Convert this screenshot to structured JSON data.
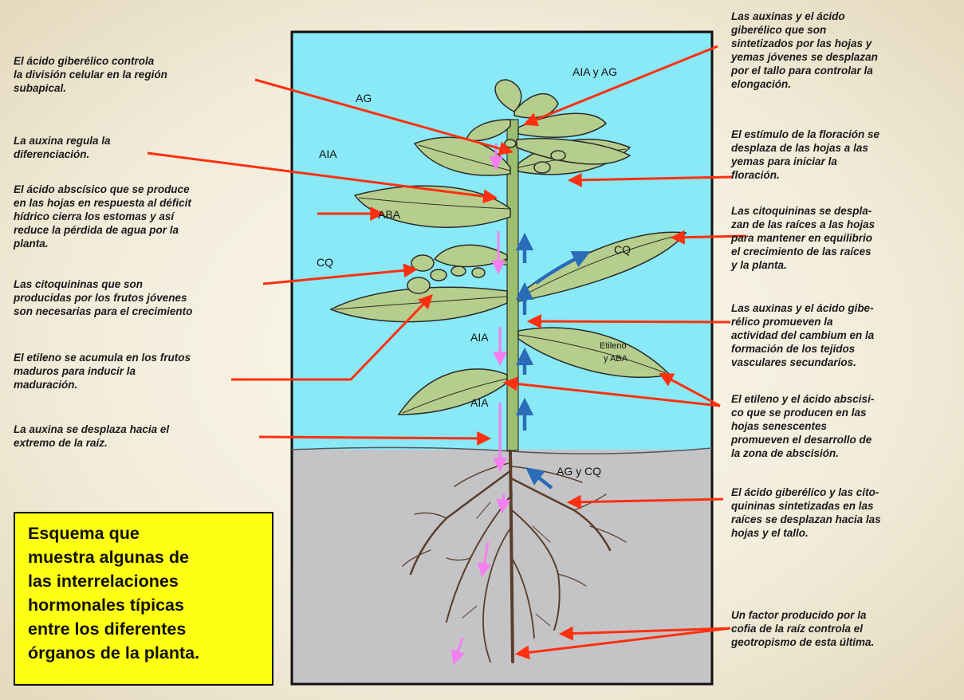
{
  "caption": "Esquema que\nmuestra algunas de\nlas interrelaciones\nhormonales típicas\nentre los diferentes\nórganos de la planta.",
  "labels": {
    "aia_ag": "AIA y AG",
    "ag": "AG",
    "aia_top": "AIA",
    "aba": "ABA",
    "cq_left": "CQ",
    "cq_right": "CQ",
    "aia_mid": "AIA",
    "aia_low": "AIA",
    "etileno_aba_1": "Etileno",
    "etileno_aba_2": "y ABA",
    "ag_cq": "AG y CQ"
  },
  "annotations_left": [
    "El ácido giberélico controla\nla división celular en la región\nsubapical.",
    "La auxina regula la\ndiferenciación.",
    "El ácido abscísico que se produce\nen las hojas en respuesta al déficit\nhídrico cierra los estomas y así\nreduce la pérdida de agua por la\nplanta.",
    "Las citoquininas que son\nproducidas por los frutos jóvenes\nson necesarias para el crecimiento",
    "El etileno se acumula en los frutos\nmaduros para inducir la\nmaduración.",
    "La auxina se desplaza hacia el\nextremo de la raíz."
  ],
  "annotations_right": [
    "Las auxinas y el ácido\ngiberélico que son\nsintetizados por las hojas y\nyemas jóvenes se desplazan\npor el tallo para controlar la\nelongación.",
    "El estímulo de la floración se\ndesplaza de las hojas a las\nyemas para iniciar la\nfloración.",
    "Las citoquininas se despla-\nzan de las raíces a las hojas\npara mantener en equilibrio\nel crecimiento de las raíces\ny la planta.",
    "Las auxinas y el ácido gibe-\nrélico promueven la\nactividad del cambium en la\nformación de los tejidos\nvasculares secundarios.",
    "El etileno y el ácido abscisi-\nco que se producen en las\nhojas senescentes\npromueven el desarrollo de\nla zona de abscisión.",
    "El ácido giberélico y las cito-\nquininas sintetizadas en las\nraíces se desplazan hacia las\nhojas y el tallo.",
    "Un factor producido por la\ncofia de la raíz controla el\ngeotropismo de esta última."
  ],
  "colors": {
    "sky": "#89e9f6",
    "soil": "#c4c4c7",
    "leaf": "#b6ce8d",
    "stem": "#9bbf6e",
    "pointer": "#ff3010",
    "down_flow": "#f47ff0",
    "up_flow": "#2a6cb8",
    "caption_bg": "#ffff14"
  }
}
